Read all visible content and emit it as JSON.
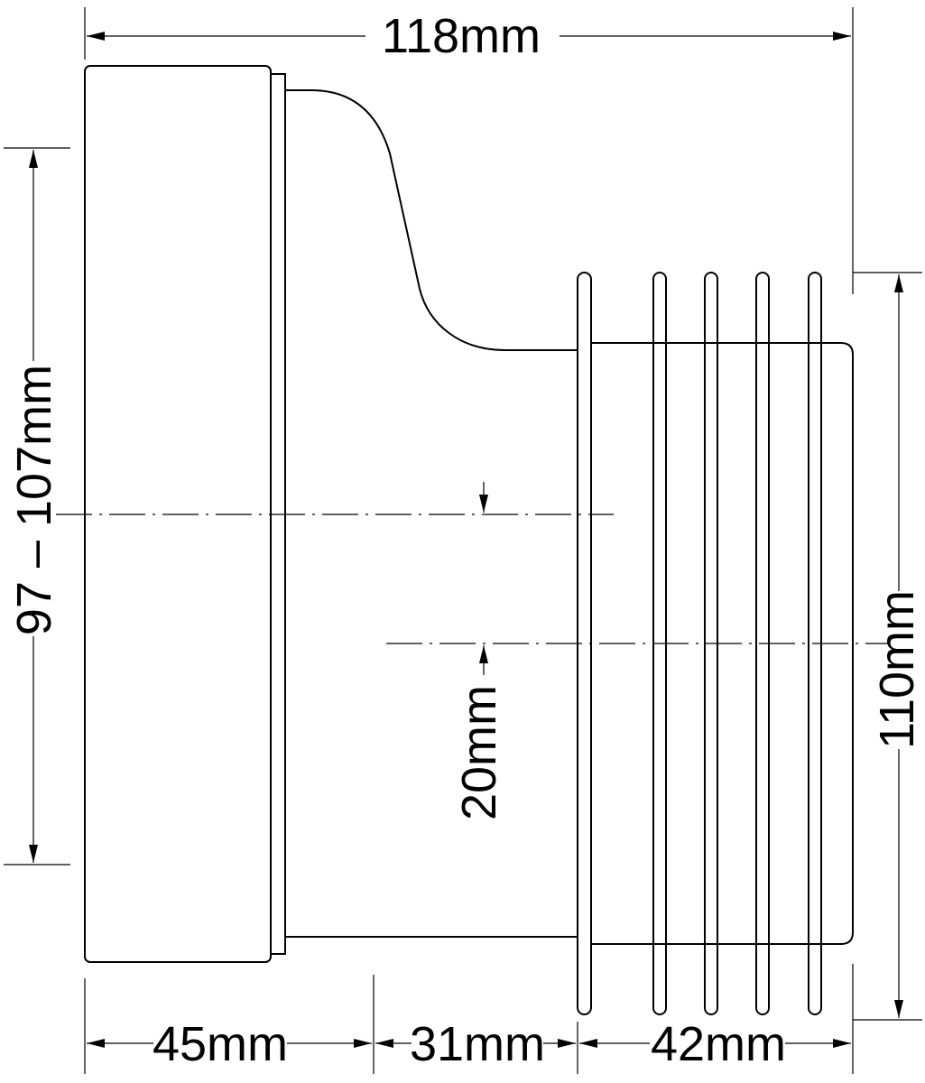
{
  "dimensions": {
    "overall_length": "118mm",
    "inlet_diameter": "97 – 107mm",
    "outlet_diameter": "110mm",
    "offset": "20mm",
    "inlet_length": "45mm",
    "middle_length": "31mm",
    "outlet_length": "42mm"
  }
}
